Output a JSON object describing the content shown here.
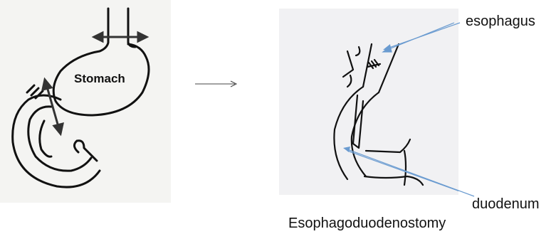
{
  "labels": {
    "stomach": "Stomach",
    "esophagus": "esophagus",
    "duodenum": "duodenum",
    "procedure": "Esophagoduodenostomy"
  },
  "colors": {
    "ink": "#111111",
    "pointer_arrow": "#6a9bd0",
    "paper_left": "#f4f4f2",
    "paper_right": "#f1f1f3"
  }
}
